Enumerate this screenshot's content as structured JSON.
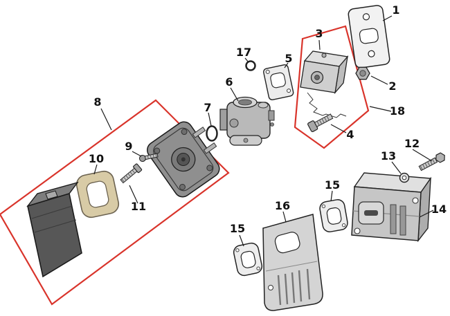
{
  "diagram": {
    "type": "exploded-parts-diagram",
    "background": "#ffffff",
    "highlight_color": "#d9342b",
    "line_color": "#1a1a1a",
    "callouts": [
      {
        "label": "1",
        "part": "rear-plate-gasket"
      },
      {
        "label": "2",
        "part": "nut"
      },
      {
        "label": "3",
        "part": "carburetor-bracket-block"
      },
      {
        "label": "4",
        "part": "bolt"
      },
      {
        "label": "5",
        "part": "carburetor-gasket"
      },
      {
        "label": "6",
        "part": "carburetor"
      },
      {
        "label": "7",
        "part": "o-ring"
      },
      {
        "label": "8",
        "part": "air-cleaner-assembly-group"
      },
      {
        "label": "9",
        "part": "screw"
      },
      {
        "label": "10",
        "part": "air-filter-element"
      },
      {
        "label": "11",
        "part": "screw"
      },
      {
        "label": "12",
        "part": "bolt"
      },
      {
        "label": "13",
        "part": "washer"
      },
      {
        "label": "14",
        "part": "muffler"
      },
      {
        "label": "15",
        "part": "muffler-gasket"
      },
      {
        "label": "15",
        "part": "muffler-gasket"
      },
      {
        "label": "16",
        "part": "muffler-heat-shield"
      },
      {
        "label": "17",
        "part": "o-ring-small"
      },
      {
        "label": "18",
        "part": "carburetor-mount-group"
      }
    ]
  }
}
